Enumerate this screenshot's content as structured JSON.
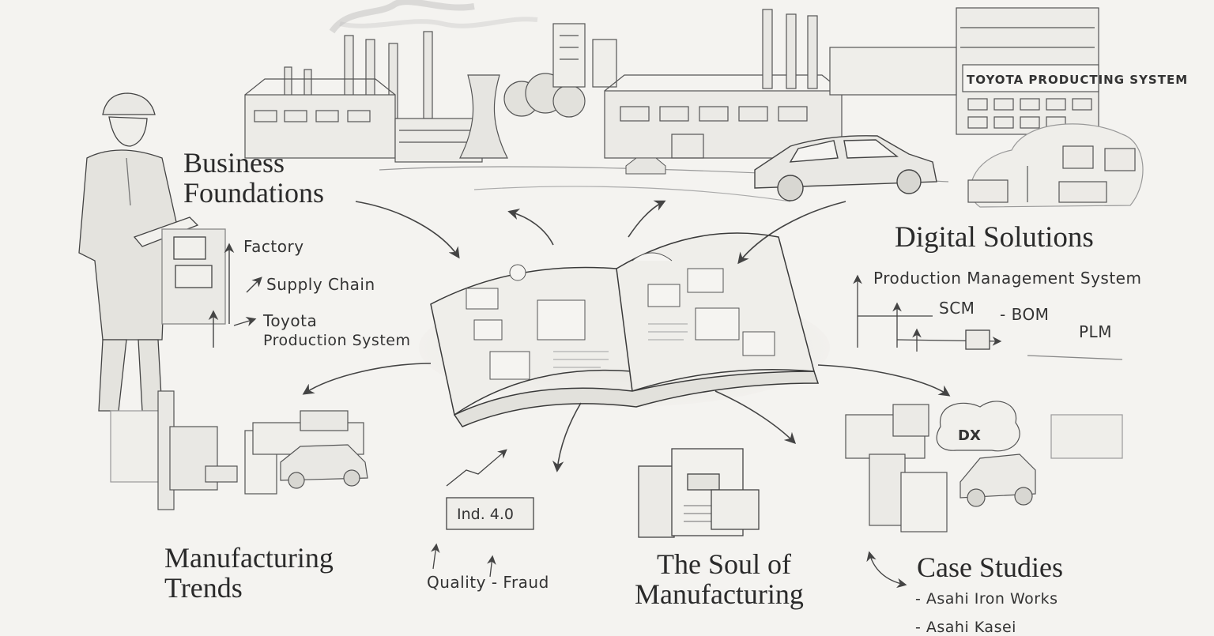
{
  "sections": {
    "business_foundations": {
      "title_line1": "Business",
      "title_line2": "Foundations",
      "items": [
        "Factory",
        "Supply Chain",
        "Toyota",
        "Production System"
      ]
    },
    "digital_solutions": {
      "title": "Digital Solutions",
      "items": [
        "Production Management System",
        "SCM",
        "- BOM",
        "PLM"
      ]
    },
    "manufacturing_trends": {
      "title_line1": "Manufacturing",
      "title_line2": "Trends"
    },
    "industry": {
      "box_label": "Ind. 4.0",
      "caption": "Quality - Fraud"
    },
    "soul": {
      "title_line1": "The Soul of",
      "title_line2": "Manufacturing"
    },
    "case_studies": {
      "title": "Case Studies",
      "items": [
        "- Asahi Iron Works",
        "- Asahi Kasei"
      ],
      "cloud_label": "DX"
    }
  },
  "signage": {
    "factory_sign": "TOYOTA PRODUCTING SYSTEM"
  }
}
